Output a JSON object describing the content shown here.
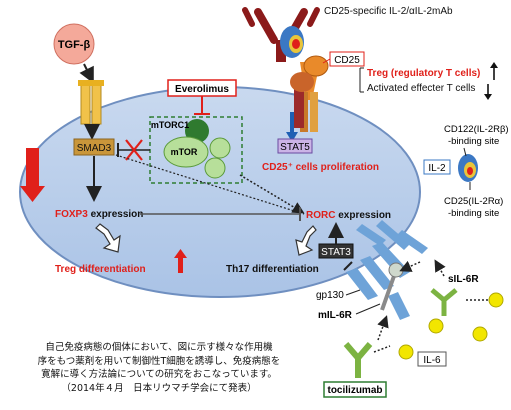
{
  "title_ab": "CD25-specific IL-2/αIL-2mAb",
  "labels": {
    "tgfb": "TGF-β",
    "everolimus": "Everolimus",
    "mtorc1": "mTORC1",
    "mtor": "mTOR",
    "smad3": "SMAD3",
    "foxp3_a": "FOXP3",
    "foxp3_b": " expression",
    "rorc_a": "RORC",
    "rorc_b": " expression",
    "treg_diff": "Treg differentiation",
    "th17_diff": "Th17 differentiation",
    "cd25": "CD25",
    "stat5": "STAT5",
    "prolif": "CD25⁺ cells proliferation",
    "treg_up": "Treg (regulatory T cells)",
    "effecter": "Activated effecter T cells",
    "cd122_1": "CD122(IL-2Rβ)",
    "cd122_2": "-binding site",
    "il2": "IL-2",
    "cd25site_1": "CD25(IL-2Rα)",
    "cd25site_2": "-binding site",
    "stat3": "STAT3",
    "gp130": "gp130",
    "mil6r": "mIL-6R",
    "sil6r": "sIL-6R",
    "il6": "IL-6",
    "tocilizumab": "tocilizumab"
  },
  "caption": [
    "自己免疫病態の個体において、図に示す様々な作用機",
    "序をもつ薬剤を用いて制御性T細胞を誘導し、免疫病態を",
    "寛解に導く方法論についての研究をおこなっています。",
    "（2014年４月　日本リウマチ学会にて発表）"
  ],
  "colors": {
    "cell_fill": "#bcd0ea",
    "cell_stroke": "#5a7fb5",
    "red": "#e0201a",
    "antibody_red": "#8b1a1a",
    "green": "#2e7d32",
    "receptor_blue": "#6ea3d8",
    "yellow": "#f2e600"
  }
}
